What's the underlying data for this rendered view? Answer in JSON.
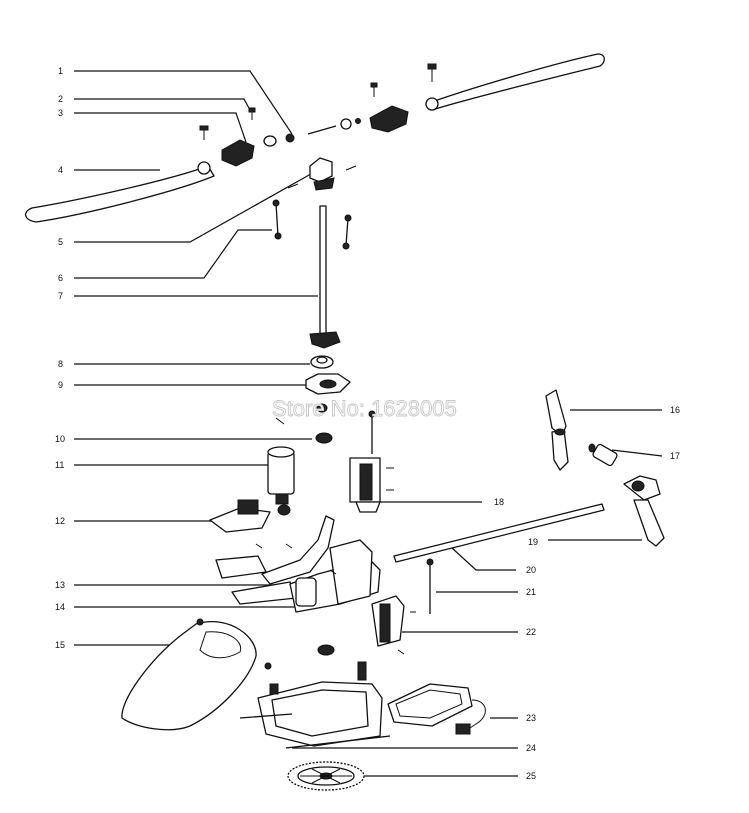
{
  "watermark": "Store No: 1628005",
  "callouts": [
    {
      "id": "1",
      "label": "1"
    },
    {
      "id": "2",
      "label": "2"
    },
    {
      "id": "3",
      "label": "3"
    },
    {
      "id": "4",
      "label": "4"
    },
    {
      "id": "5",
      "label": "5"
    },
    {
      "id": "6",
      "label": "6"
    },
    {
      "id": "7",
      "label": "7"
    },
    {
      "id": "8",
      "label": "8"
    },
    {
      "id": "9",
      "label": "9"
    },
    {
      "id": "10",
      "label": "10"
    },
    {
      "id": "11",
      "label": "11"
    },
    {
      "id": "12",
      "label": "12"
    },
    {
      "id": "13",
      "label": "13"
    },
    {
      "id": "14",
      "label": "14"
    },
    {
      "id": "15",
      "label": "15"
    },
    {
      "id": "16",
      "label": "16"
    },
    {
      "id": "17",
      "label": "17"
    },
    {
      "id": "18",
      "label": "18"
    },
    {
      "id": "19",
      "label": "19"
    },
    {
      "id": "20",
      "label": "20"
    },
    {
      "id": "21",
      "label": "21"
    },
    {
      "id": "22",
      "label": "22"
    },
    {
      "id": "23",
      "label": "23"
    },
    {
      "id": "24",
      "label": "24"
    },
    {
      "id": "25",
      "label": "25"
    }
  ]
}
